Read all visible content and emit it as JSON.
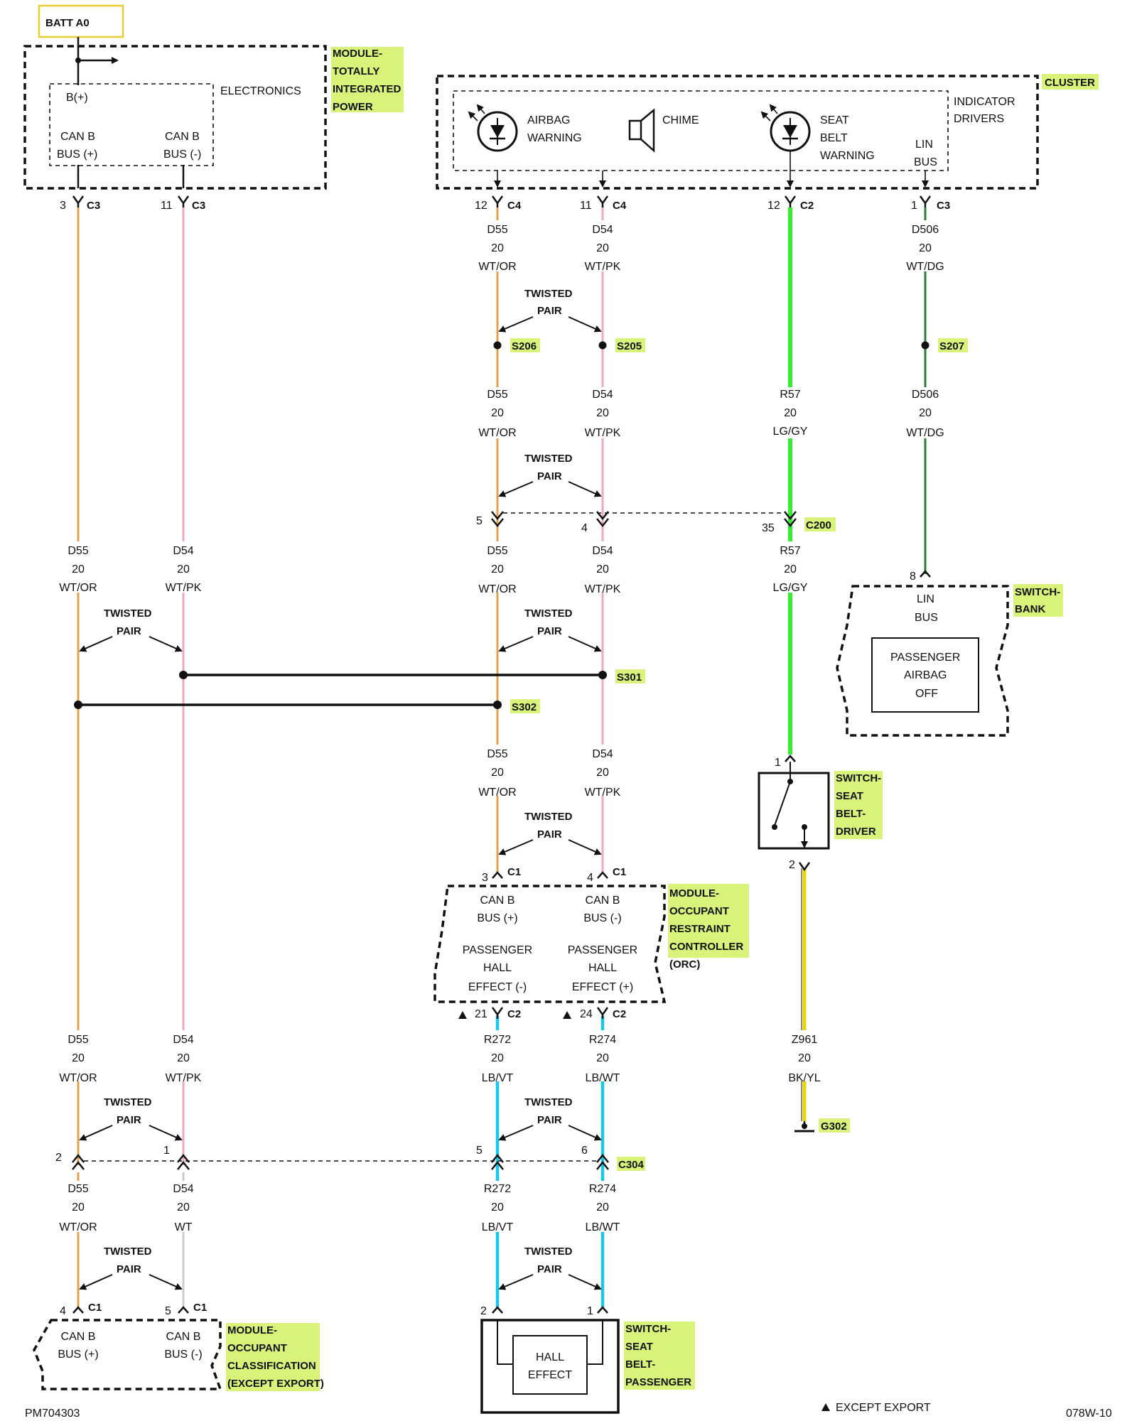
{
  "batt": "BATT A0",
  "modules": {
    "tip": [
      "MODULE-",
      "TOTALLY",
      "INTEGRATED",
      "POWER"
    ],
    "tip_inner": "ELECTRONICS",
    "tip_bplus": "B(+)",
    "tip_canb_pos": [
      "CAN B",
      "BUS (+)"
    ],
    "tip_canb_neg": [
      "CAN B",
      "BUS (-)"
    ],
    "cluster": "CLUSTER",
    "cluster_inner": [
      "INDICATOR",
      "DRIVERS"
    ],
    "airbag_warning": [
      "AIRBAG",
      "WARNING"
    ],
    "chime": "CHIME",
    "seat_belt_warning": [
      "SEAT",
      "BELT",
      "WARNING"
    ],
    "lin_bus": [
      "LIN",
      "BUS"
    ],
    "switch_bank": [
      "SWITCH-",
      "BANK"
    ],
    "passenger_airbag_off": [
      "PASSENGER",
      "AIRBAG",
      "OFF"
    ],
    "switch_seat_driver": [
      "SWITCH-",
      "SEAT",
      "BELT-",
      "DRIVER"
    ],
    "orc": [
      "MODULE-",
      "OCCUPANT",
      "RESTRAINT",
      "CONTROLLER",
      "(ORC)"
    ],
    "orc_can_pos": [
      "CAN B",
      "BUS (+)"
    ],
    "orc_can_neg": [
      "CAN B",
      "BUS (-)"
    ],
    "orc_hall_neg": [
      "PASSENGER",
      "HALL",
      "EFFECT (-)"
    ],
    "orc_hall_pos": [
      "PASSENGER",
      "HALL",
      "EFFECT (+)"
    ],
    "occ": [
      "MODULE-",
      "OCCUPANT",
      "CLASSIFICATION",
      "(EXCEPT EXPORT)"
    ],
    "occ_can_pos": [
      "CAN B",
      "BUS (+)"
    ],
    "occ_can_neg": [
      "CAN B",
      "BUS (-)"
    ],
    "switch_seat_passenger": [
      "SWITCH-",
      "SEAT",
      "BELT-",
      "PASSENGER"
    ],
    "hall_effect": [
      "HALL",
      "EFFECT"
    ]
  },
  "twisted_pair": [
    "TWISTED",
    "PAIR"
  ],
  "wires": {
    "d55_wtor": [
      "D55",
      "20",
      "WT/OR"
    ],
    "d54_wtpk": [
      "D54",
      "20",
      "WT/PK"
    ],
    "d54_wt": [
      "D54",
      "20",
      "WT"
    ],
    "r57": [
      "R57",
      "20",
      "LG/GY"
    ],
    "d506": [
      "D506",
      "20",
      "WT/DG"
    ],
    "r272": [
      "R272",
      "20",
      "LB/VT"
    ],
    "r274": [
      "R274",
      "20",
      "LB/WT"
    ],
    "z961": [
      "Z961",
      "20",
      "BK/YL"
    ]
  },
  "connectors": {
    "c3": "C3",
    "c4": "C4",
    "c2": "C2",
    "c1": "C1",
    "c200": "C200",
    "c304": "C304",
    "g302": "G302"
  },
  "splices": {
    "s206": "S206",
    "s205": "S205",
    "s207": "S207",
    "s301": "S301",
    "s302": "S302"
  },
  "pins": {
    "p3": "3",
    "p11": "11",
    "p12": "12",
    "p1": "1",
    "p5": "5",
    "p4": "4",
    "p35": "35",
    "p8": "8",
    "p2": "2",
    "p21": "21",
    "p24": "24",
    "p6": "6"
  },
  "footer": {
    "left_code": "PM704303",
    "legend": "EXCEPT EXPORT",
    "right_code": "078W-10"
  },
  "colors": {
    "orange": "#e0a24e",
    "pink": "#eeaabb",
    "green": "#33ee33",
    "darkgreen": "#2e7d32",
    "cyan": "#1ac6ee",
    "yellow": "#e8d400",
    "grey": "#cccccc",
    "highlight": "#d9f27a",
    "batt_border": "#e8cc30"
  }
}
